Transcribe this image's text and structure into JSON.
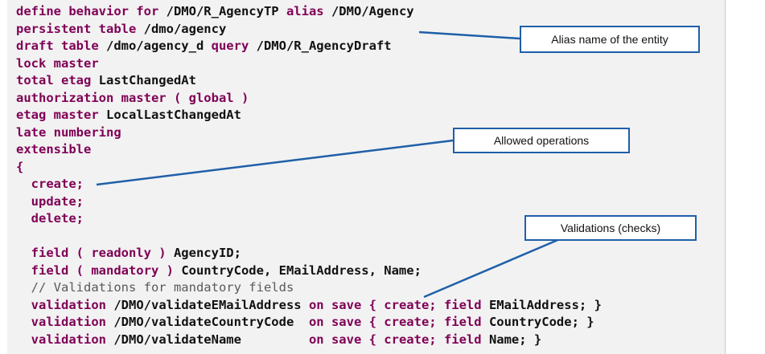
{
  "code": {
    "lines": [
      [
        {
          "t": "define behavior for ",
          "k": "kw"
        },
        {
          "t": "/DMO/R_AgencyTP ",
          "k": "pl"
        },
        {
          "t": "alias ",
          "k": "kw"
        },
        {
          "t": "/DMO/Agency",
          "k": "pl"
        }
      ],
      [
        {
          "t": "persistent table ",
          "k": "kw"
        },
        {
          "t": "/dmo/agency",
          "k": "pl"
        }
      ],
      [
        {
          "t": "draft table ",
          "k": "kw"
        },
        {
          "t": "/dmo/agency_d ",
          "k": "pl"
        },
        {
          "t": "query ",
          "k": "kw"
        },
        {
          "t": "/DMO/R_AgencyDraft",
          "k": "pl"
        }
      ],
      [
        {
          "t": "lock master",
          "k": "kw"
        }
      ],
      [
        {
          "t": "total etag ",
          "k": "kw"
        },
        {
          "t": "LastChangedAt",
          "k": "pl"
        }
      ],
      [
        {
          "t": "authorization master ( global )",
          "k": "kw"
        }
      ],
      [
        {
          "t": "etag master ",
          "k": "kw"
        },
        {
          "t": "LocalLastChangedAt",
          "k": "pl"
        }
      ],
      [
        {
          "t": "late numbering",
          "k": "kw"
        }
      ],
      [
        {
          "t": "extensible",
          "k": "kw"
        }
      ],
      [
        {
          "t": "{",
          "k": "kw"
        }
      ],
      [
        {
          "t": "  create;",
          "k": "kw"
        }
      ],
      [
        {
          "t": "  update;",
          "k": "kw"
        }
      ],
      [
        {
          "t": "  delete;",
          "k": "kw"
        }
      ],
      [
        {
          "t": "",
          "k": "pl"
        }
      ],
      [
        {
          "t": "  field ( readonly ) ",
          "k": "kw"
        },
        {
          "t": "AgencyID;",
          "k": "pl"
        }
      ],
      [
        {
          "t": "  field ( mandatory ) ",
          "k": "kw"
        },
        {
          "t": "CountryCode, EMailAddress, Name;",
          "k": "pl"
        }
      ],
      [
        {
          "t": "  // Validations for mandatory fields",
          "k": "cm"
        }
      ],
      [
        {
          "t": "  validation ",
          "k": "kw"
        },
        {
          "t": "/DMO/validateEMailAddress ",
          "k": "pl"
        },
        {
          "t": "on save { create; field ",
          "k": "kw"
        },
        {
          "t": "EMailAddress; }",
          "k": "pl"
        }
      ],
      [
        {
          "t": "  validation ",
          "k": "kw"
        },
        {
          "t": "/DMO/validateCountryCode  ",
          "k": "pl"
        },
        {
          "t": "on save { create; field ",
          "k": "kw"
        },
        {
          "t": "CountryCode; }",
          "k": "pl"
        }
      ],
      [
        {
          "t": "  validation ",
          "k": "kw"
        },
        {
          "t": "/DMO/validateName         ",
          "k": "pl"
        },
        {
          "t": "on save { create; field ",
          "k": "kw"
        },
        {
          "t": "Name; }",
          "k": "pl"
        }
      ]
    ]
  },
  "callouts": {
    "alias": "Alias name of the entity",
    "operations": "Allowed operations",
    "validations": "Validations (checks)"
  },
  "colors": {
    "keyword": "#7f0055",
    "plain": "#111111",
    "comment": "#5a5a5a",
    "callout_border": "#1f5fa8",
    "leader": "#1f5fa8"
  }
}
